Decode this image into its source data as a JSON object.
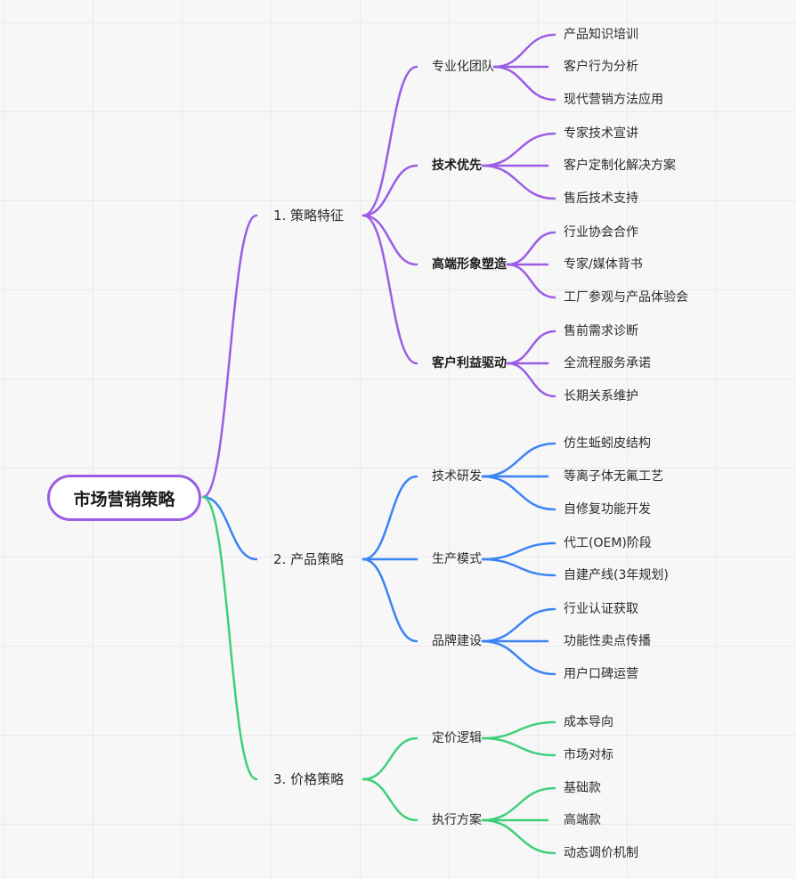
{
  "root": "市场营销策略",
  "colors": {
    "purple": "#9b5de5",
    "blue": "#3b82f6",
    "green": "#3ecf7a"
  },
  "branches": [
    {
      "label": "1. 策略特征",
      "color": "purple",
      "children": [
        {
          "label": "专业化团队",
          "bold": false,
          "items": [
            "产品知识培训",
            "客户行为分析",
            "现代营销方法应用"
          ]
        },
        {
          "label": "技术优先",
          "bold": true,
          "items": [
            "专家技术宣讲",
            "客户定制化解决方案",
            "售后技术支持"
          ]
        },
        {
          "label": "高端形象塑造",
          "bold": true,
          "items": [
            "行业协会合作",
            "专家/媒体背书",
            "工厂参观与产品体验会"
          ]
        },
        {
          "label": "客户利益驱动",
          "bold": true,
          "items": [
            "售前需求诊断",
            "全流程服务承诺",
            "长期关系维护"
          ]
        }
      ]
    },
    {
      "label": "2. 产品策略",
      "color": "blue",
      "children": [
        {
          "label": "技术研发",
          "bold": false,
          "items": [
            "仿生蚯蚓皮结构",
            "等离子体无氟工艺",
            "自修复功能开发"
          ]
        },
        {
          "label": "生产模式",
          "bold": false,
          "items": [
            "代工(OEM)阶段",
            "自建产线(3年规划)"
          ]
        },
        {
          "label": "品牌建设",
          "bold": false,
          "items": [
            "行业认证获取",
            "功能性卖点传播",
            "用户口碑运营"
          ]
        }
      ]
    },
    {
      "label": "3. 价格策略",
      "color": "green",
      "children": [
        {
          "label": "定价逻辑",
          "bold": false,
          "items": [
            "成本导向",
            "市场对标"
          ]
        },
        {
          "label": "执行方案",
          "bold": false,
          "items": [
            "基础款",
            "高端款",
            "动态调价机制"
          ]
        }
      ]
    }
  ]
}
